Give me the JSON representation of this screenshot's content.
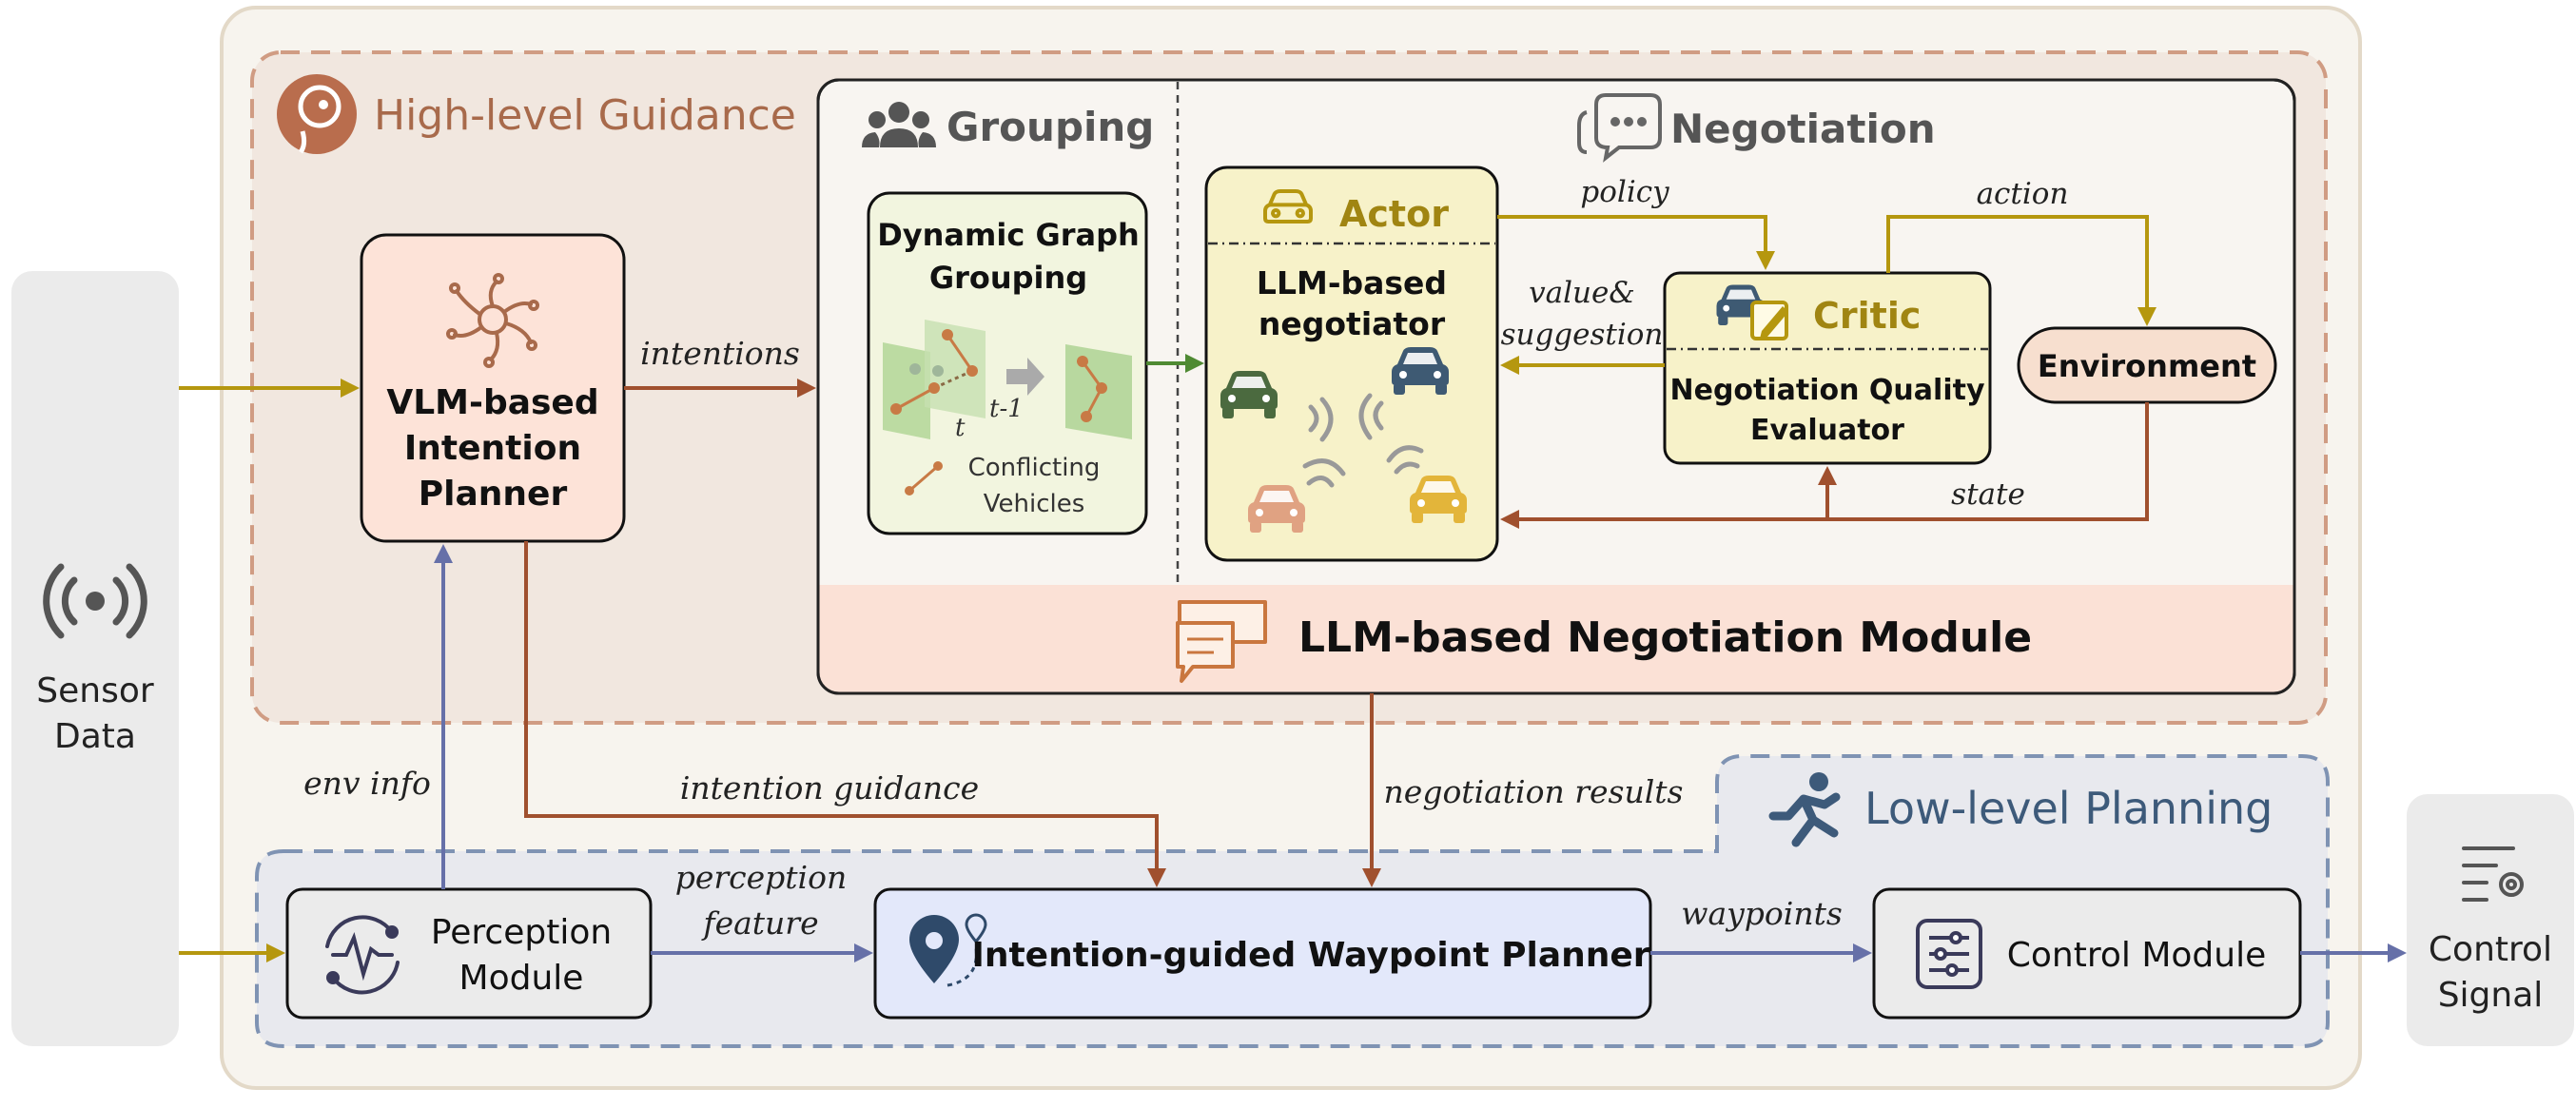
{
  "sensor": {
    "label_line1": "Sensor",
    "label_line2": "Data"
  },
  "control_signal": {
    "label_line1": "Control",
    "label_line2": "Signal"
  },
  "high_level": {
    "title": "High-level Guidance"
  },
  "low_level": {
    "title": "Low-level Planning"
  },
  "planner": {
    "line1": "VLM-based",
    "line2": "Intention",
    "line3": "Planner"
  },
  "grouping": {
    "title": "Grouping",
    "box_line1": "Dynamic Graph",
    "box_line2": "Grouping",
    "t_label": "t",
    "t1_label": "t-1",
    "legend_line1": "Conflicting",
    "legend_line2": "Vehicles"
  },
  "negotiation": {
    "title": "Negotiation"
  },
  "actor": {
    "title": "Actor",
    "line1": "LLM-based",
    "line2": "negotiator"
  },
  "critic": {
    "title": "Critic",
    "line1": "Negotiation Quality",
    "line2": "Evaluator"
  },
  "environment": {
    "label": "Environment"
  },
  "module": {
    "title": "LLM-based Negotiation Module"
  },
  "perception": {
    "line1": "Perception",
    "line2": "Module"
  },
  "waypoint": {
    "label": "Intention-guided Waypoint Planner"
  },
  "control": {
    "label": "Control Module"
  },
  "edges": {
    "intentions": "intentions",
    "policy": "policy",
    "action": "action",
    "value_line1": "value&",
    "value_line2": "suggestion",
    "state": "state",
    "env_info": "env info",
    "intention_guidance": "intention guidance",
    "negotiation_results": "negotiation results",
    "perception_line1": "perception",
    "perception_line2": "feature",
    "waypoints": "waypoints"
  },
  "colors": {
    "brown": "#a0502e",
    "gold": "#b5970f",
    "blue_arrow": "#6670a8",
    "green": "#4f8a33",
    "high_level_title": "#a86a4b",
    "low_level_title": "#3d5a7a"
  },
  "icons": [
    "thinking-person-icon",
    "group-icon",
    "chat-bubble-icon",
    "network-hub-icon",
    "car-icon",
    "edit-icon",
    "signal-icon",
    "running-person-icon",
    "perception-wave-icon",
    "location-pin-icon",
    "sliders-icon",
    "settings-doc-icon",
    "messages-icon"
  ]
}
